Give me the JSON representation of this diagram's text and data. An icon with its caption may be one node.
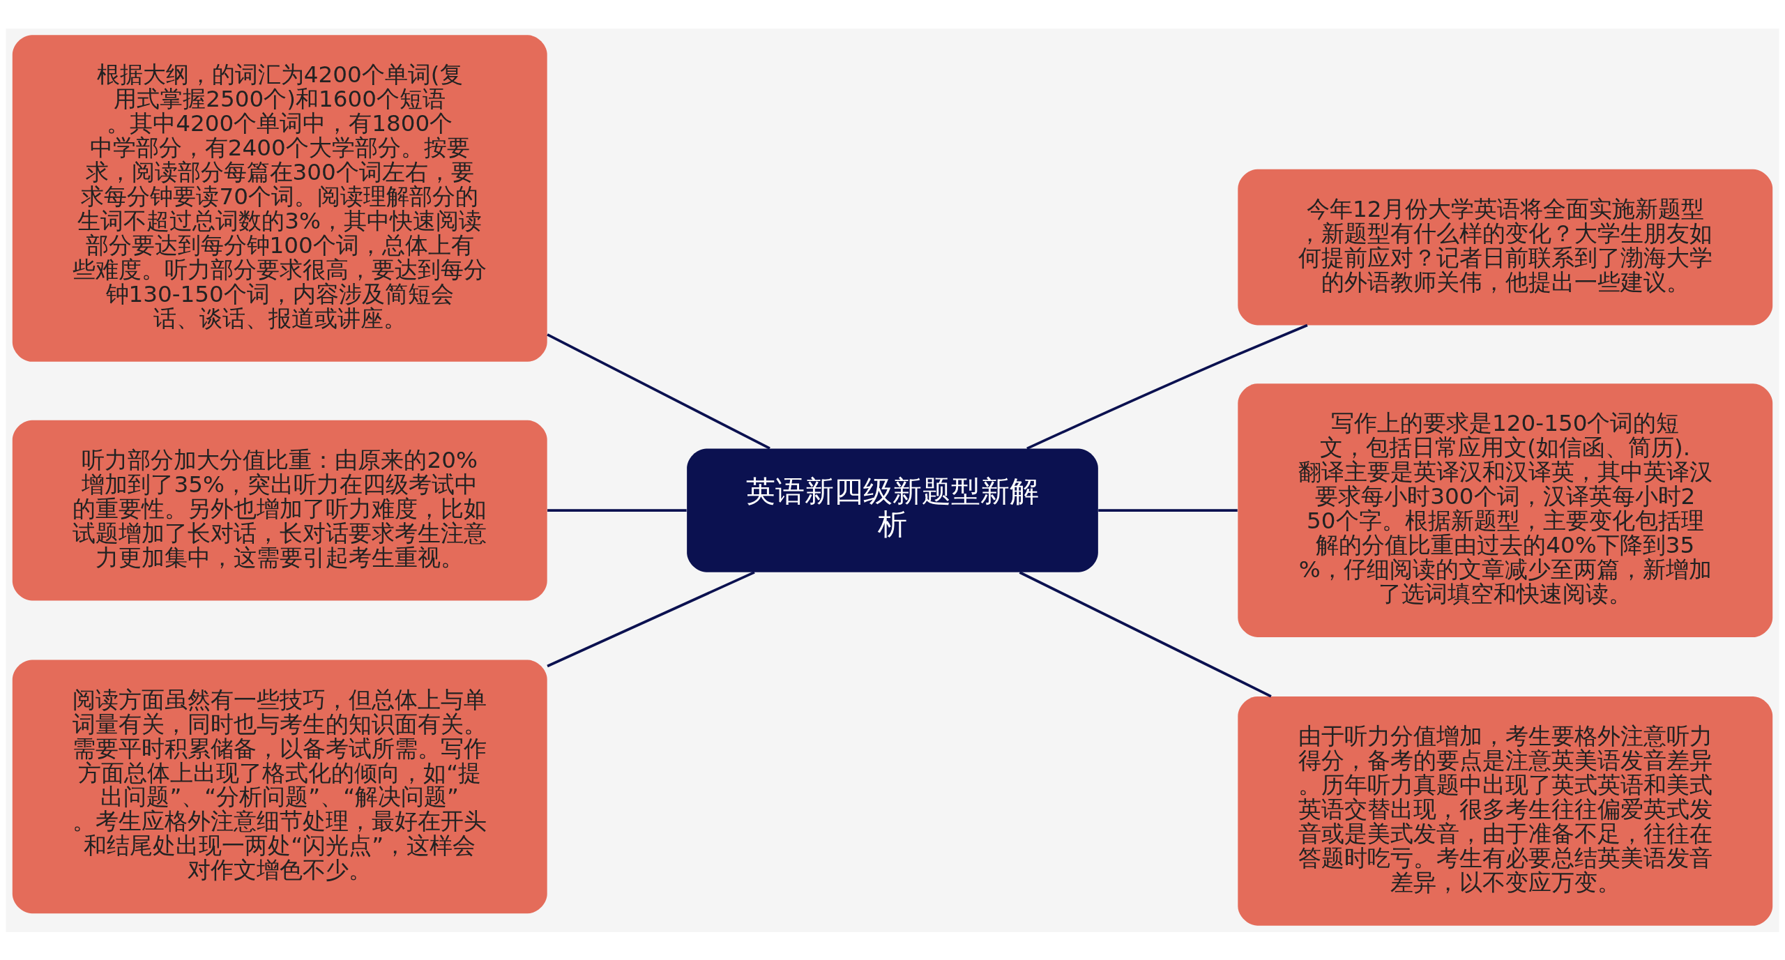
{
  "diagram": {
    "nodes": [
      {
        "text": [
          "英语新四级新题型新解析"
        ]
      },
      {
        "text": [
          "根据大纲，的词汇为4200个单词(复用式掌握2500个)和1600个短语。其中4200个单词中，有1800个中学部分，有2400个大学部分。按要求，阅读部分每篇在300个词左右，要求每分钟要读70个词。阅读理解部分的生词不超过总词数的3%，其中快速阅读部分要达到每分钟100个词，总体上有些难度。听力部分要求很高，要达到每分钟130-150个词，内容涉及简短会话、谈话、报道或讲座。"
        ]
      },
      {
        "text": [
          "听力部分加大分值比重：由原来的20%增加到了35%，突出听力在四级考试中的重要性。另外也增加了听力难度，比如试题增加了长对话，长对话要求考生注意力更加集中，这需要引起考生重视。"
        ]
      },
      {
        "text": [
          "阅读方面虽然有一些技巧，但总体上与单词量有关，同时也与考生的知识面有关。需要平时积累储备，以备考试所需。写作方面总体上出现了格式化的倾向，如“提出问题”、“分析问题”、“解决问题”。考生应格外注意细节处理，最好在开头和结尾处出现一两处“闪光点”，这样会对作文增色不少。"
        ]
      },
      {
        "text": [
          "今年12月份大学英语将全面实施新题型，新题型有什么样的变化？大学生朋友如何提前应对？记者日前联系到了渤海大学的外语教师关伟，他提出一些建议。"
        ]
      },
      {
        "text": [
          "写作上的要求是120-150个词的短文，包括日常应用文(如信函、简历).翻译主要是英译汉和汉译英，其中英译汉要求每小时300个词，汉译英每小时250个字。根据新题型，主要变化包括理解的分值比重由过去的40%下降到35%，仔细阅读的文章减少至两篇，新增加了选词填空和快速阅读。"
        ]
      },
      {
        "text": [
          "由于听力分值增加，考生要格外注意听力得分，备考的要点是注意英美语发音差异。历年听力真题中出现了英式英语和美式英语交替出现，很多考生往往偏爱英式发音或是美式发音，由于准备不足，往往在答题时吃亏。考生有必要总结英美语发音差异，以不变应万变。"
        ]
      }
    ],
    "edges": [
      {
        "from": 1,
        "to": 0,
        "arrow": "none"
      },
      {
        "from": 2,
        "to": 0,
        "arrow": "none"
      },
      {
        "from": 3,
        "to": 0,
        "arrow": "none"
      },
      {
        "from": 0,
        "to": 4,
        "arrow": "none"
      },
      {
        "from": 0,
        "to": 5,
        "arrow": "none"
      },
      {
        "from": 0,
        "to": 6,
        "arrow": "none"
      }
    ]
  }
}
